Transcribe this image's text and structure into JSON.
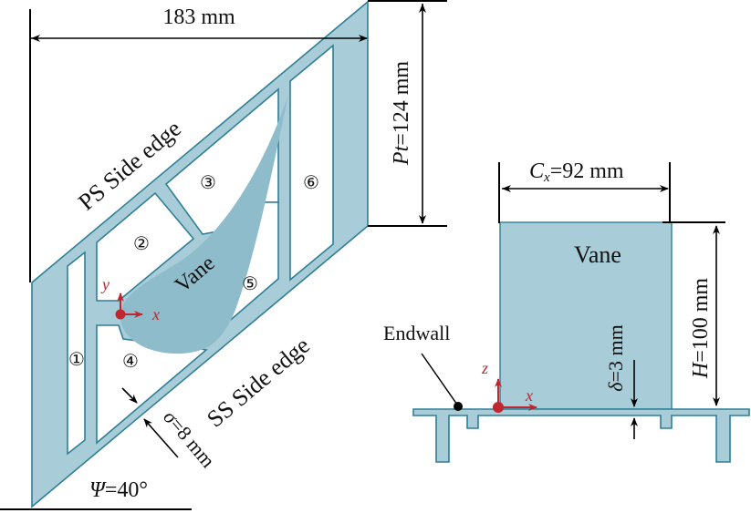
{
  "top_view": {
    "width_dim": "183 mm",
    "pitch_dim_var": "Pt",
    "pitch_dim_value": "=124 mm",
    "ps_edge": "PS Side edge",
    "ss_edge": "SS Side edge",
    "vane_label": "Vane",
    "gap_var": "σ",
    "gap_value": "=8 mm",
    "angle_var": "Ψ",
    "angle_value": "=40°",
    "axis_x": "x",
    "axis_y": "y",
    "regions": [
      "①",
      "②",
      "③",
      "④",
      "⑤",
      "⑥"
    ]
  },
  "side_view": {
    "chord_var": "C",
    "chord_sub": "x",
    "chord_value": "=92 mm",
    "height_var": "H",
    "height_value": "=100 mm",
    "vane_label": "Vane",
    "endwall_label": "Endwall",
    "delta_var": "δ",
    "delta_value": "=3 mm",
    "axis_x": "x",
    "axis_z": "z"
  },
  "colors": {
    "plate_fill": "#a9cdd8",
    "plate_stroke": "#2f7f96",
    "vane_fill": "#8fbccb",
    "axis_red": "#c0262d"
  }
}
